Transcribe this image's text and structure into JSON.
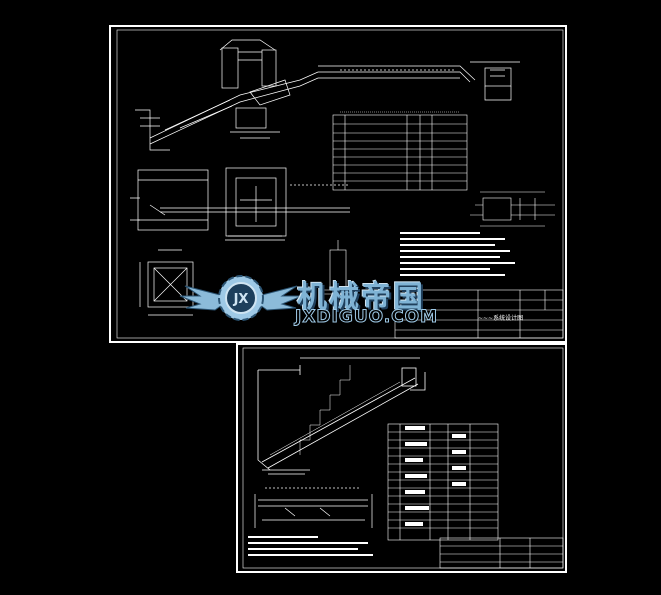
{
  "watermark": {
    "title": "机械帝国",
    "subtitle": "JXDIGUO.COM",
    "badge": "JX"
  },
  "sheet1": {
    "title": "~~~系统设计图"
  },
  "colors": {
    "background": "#000000",
    "lines": "#ffffff",
    "watermark_blue": "#7fb3d5"
  }
}
